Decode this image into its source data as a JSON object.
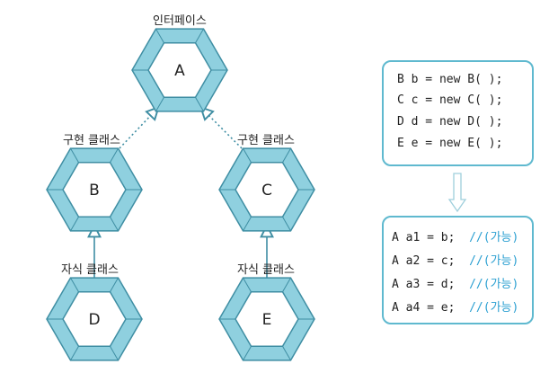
{
  "colors": {
    "hex_outer": "#8fd0df",
    "hex_stroke": "#3f8ea3",
    "hex_inner": "#ffffff",
    "accent": "#5fb9cf",
    "comment": "#2a9fd1"
  },
  "nodes": [
    {
      "id": "A",
      "label": "A",
      "caption": "인터페이스"
    },
    {
      "id": "B",
      "label": "B",
      "caption": "구현 클래스"
    },
    {
      "id": "C",
      "label": "C",
      "caption": "구현 클래스"
    },
    {
      "id": "D",
      "label": "D",
      "caption": "자식 클래스"
    },
    {
      "id": "E",
      "label": "E",
      "caption": "자식 클래스"
    }
  ],
  "edges": [
    {
      "from": "B",
      "to": "A",
      "style": "dotted"
    },
    {
      "from": "C",
      "to": "A",
      "style": "dotted"
    },
    {
      "from": "D",
      "to": "B",
      "style": "solid"
    },
    {
      "from": "E",
      "to": "C",
      "style": "solid"
    }
  ],
  "declarations": [
    "B b = new B( );",
    "C c = new C( );",
    "D d = new D( );",
    "E e = new E( );"
  ],
  "assignments": [
    {
      "code": "A a1 = b;",
      "comment": "//(가능)"
    },
    {
      "code": "A a2 = c;",
      "comment": "//(가능)"
    },
    {
      "code": "A a3 = d;",
      "comment": "//(가능)"
    },
    {
      "code": "A a4 = e;",
      "comment": "//(가능)"
    }
  ]
}
